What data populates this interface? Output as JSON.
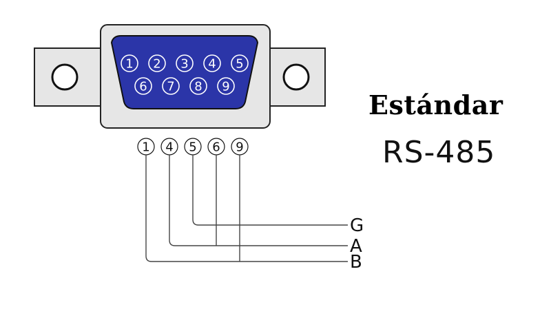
{
  "title": {
    "line1": "Estándar",
    "line2": "RS-485"
  },
  "connector": {
    "top_row_pins": [
      "1",
      "2",
      "3",
      "4",
      "5"
    ],
    "bottom_row_pins": [
      "6",
      "7",
      "8",
      "9"
    ],
    "face_color": "#2b35a8",
    "shell_color": "#e6e6e6"
  },
  "wired_pins": [
    "1",
    "4",
    "5",
    "6",
    "9"
  ],
  "signals": [
    {
      "label": "G",
      "pins": [
        "5"
      ]
    },
    {
      "label": "A",
      "pins": [
        "4",
        "6"
      ]
    },
    {
      "label": "B",
      "pins": [
        "1",
        "9"
      ]
    }
  ]
}
